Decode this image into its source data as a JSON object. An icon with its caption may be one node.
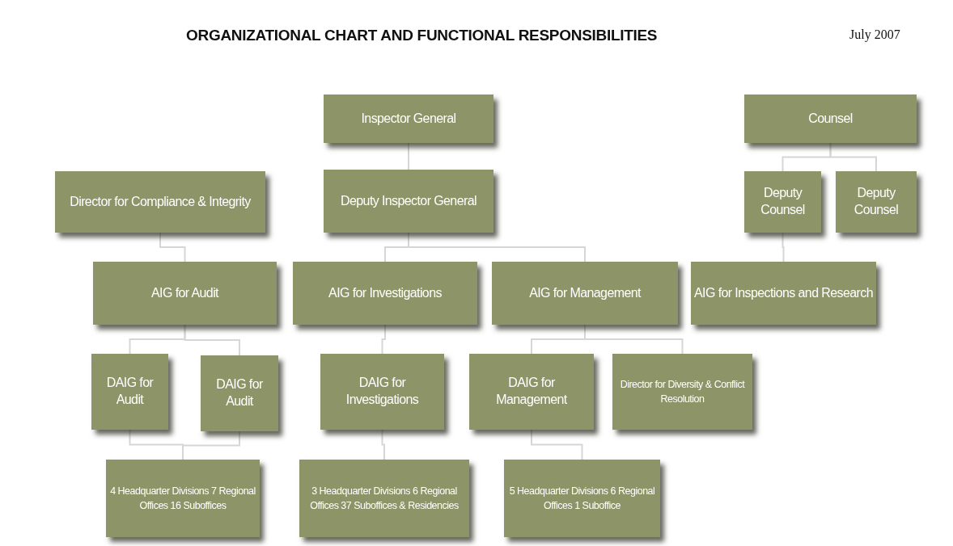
{
  "diagram": {
    "title": "ORGANIZATIONAL CHART AND FUNCTIONAL RESPONSIBILITIES",
    "nodes": [
      {
        "text": [
          "Inspector General"
        ]
      },
      {
        "text": [
          "Counsel"
        ]
      },
      {
        "text": [
          "Director for Compliance & Integrity"
        ]
      },
      {
        "text": [
          "Deputy Inspector General"
        ]
      },
      {
        "text": [
          "Deputy Counsel"
        ]
      },
      {
        "text": [
          "Deputy Counsel"
        ]
      },
      {
        "text": [
          "AIG for Audit"
        ]
      },
      {
        "text": [
          "AIG for Investigations"
        ]
      },
      {
        "text": [
          "AIG for Management"
        ]
      },
      {
        "text": [
          "AIG for Inspections and Research"
        ]
      },
      {
        "text": [
          "DAIG for Audit"
        ]
      },
      {
        "text": [
          "DAIG for Audit"
        ]
      },
      {
        "text": [
          "DAIG for Investigations"
        ]
      },
      {
        "text": [
          "DAIG for Management"
        ]
      },
      {
        "text": [
          "Director for Diversity & Conflict Resolution"
        ]
      },
      {
        "text": [
          "4 Headquarter Divisions 7 Regional Offices 16 Suboffices"
        ]
      },
      {
        "text": [
          "3 Headquarter Divisions 6 Regional Offices 37 Suboffices & Residencies"
        ]
      },
      {
        "text": [
          "5 Headquarter Divisions 6 Regional Offices 1 Suboffice"
        ]
      }
    ],
    "edges": [
      {
        "from": 0,
        "to": 3,
        "arrow": "none"
      },
      {
        "from": 1,
        "to": 4,
        "arrow": "none"
      },
      {
        "from": 1,
        "to": 5,
        "arrow": "none"
      },
      {
        "from": 2,
        "to": 6,
        "arrow": "none"
      },
      {
        "from": 3,
        "to": 7,
        "arrow": "none"
      },
      {
        "from": 3,
        "to": 8,
        "arrow": "none"
      },
      {
        "from": 4,
        "to": 9,
        "arrow": "none"
      },
      {
        "from": 6,
        "to": 10,
        "arrow": "none"
      },
      {
        "from": 6,
        "to": 11,
        "arrow": "none"
      },
      {
        "from": 7,
        "to": 12,
        "arrow": "none"
      },
      {
        "from": 8,
        "to": 13,
        "arrow": "none"
      },
      {
        "from": 8,
        "to": 14,
        "arrow": "none"
      },
      {
        "from": 10,
        "to": 15,
        "arrow": "none"
      },
      {
        "from": 11,
        "to": 15,
        "arrow": "none"
      },
      {
        "from": 12,
        "to": 16,
        "arrow": "none"
      },
      {
        "from": 13,
        "to": 17,
        "arrow": "none"
      }
    ],
    "labels": [
      "July 2007"
    ]
  }
}
